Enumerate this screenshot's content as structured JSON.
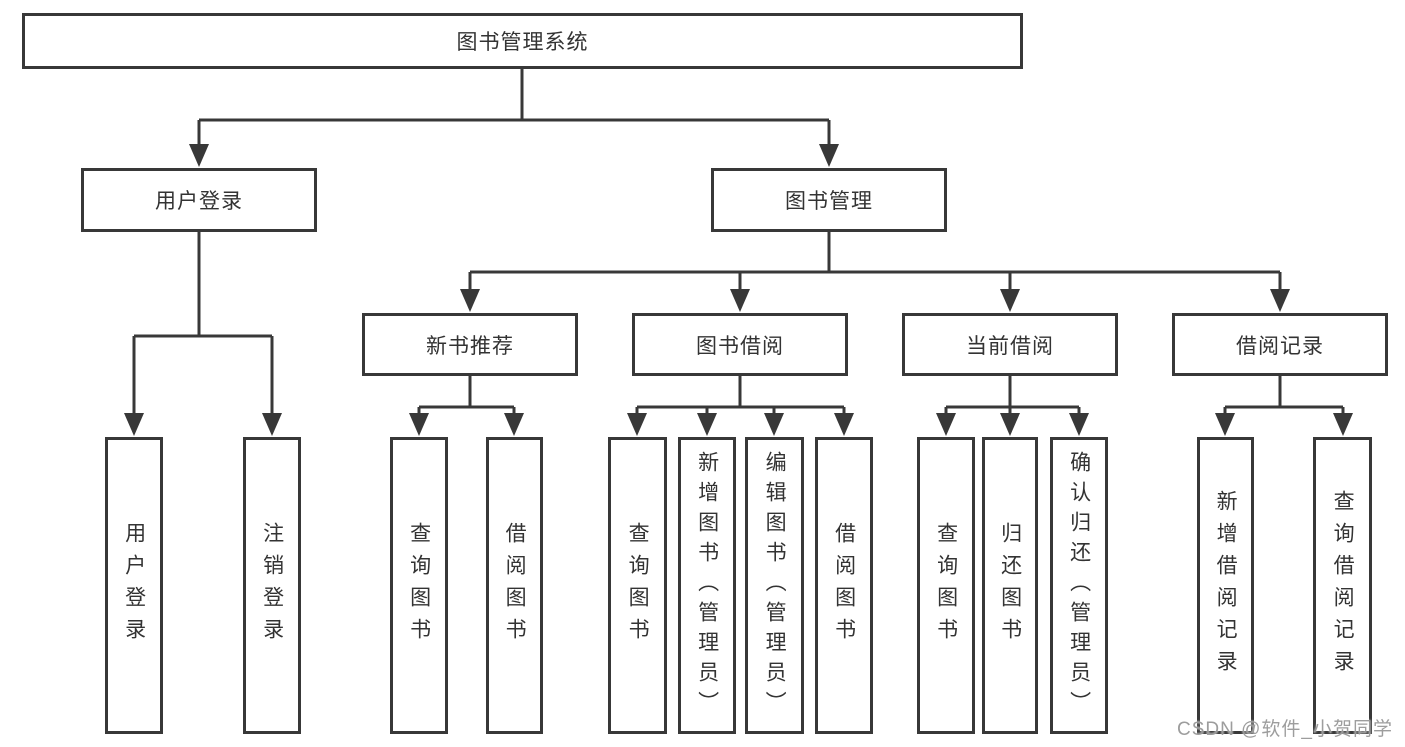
{
  "diagram_title": "图书管理系统",
  "tree": {
    "label": "图书管理系统",
    "children": [
      {
        "label": "用户登录",
        "children": [
          {
            "label": "用户登录"
          },
          {
            "label": "注销登录"
          }
        ]
      },
      {
        "label": "图书管理",
        "children": [
          {
            "label": "新书推荐",
            "children": [
              {
                "label": "查询图书"
              },
              {
                "label": "借阅图书"
              }
            ]
          },
          {
            "label": "图书借阅",
            "children": [
              {
                "label": "查询图书"
              },
              {
                "label": "新增图书（管理员）"
              },
              {
                "label": "编辑图书（管理员）"
              },
              {
                "label": "借阅图书"
              }
            ]
          },
          {
            "label": "当前借阅",
            "children": [
              {
                "label": "查询图书"
              },
              {
                "label": "归还图书"
              },
              {
                "label": "确认归还（管理员）"
              }
            ]
          },
          {
            "label": "借阅记录",
            "children": [
              {
                "label": "新增借阅记录"
              },
              {
                "label": "查询借阅记录"
              }
            ]
          }
        ]
      }
    ]
  },
  "watermark": {
    "text": "CSDN @软件_小贺同学"
  },
  "colors": {
    "line": "#383838",
    "box_border": "#383838",
    "text": "#333333",
    "background": "#ffffff",
    "watermark": "#989898"
  }
}
